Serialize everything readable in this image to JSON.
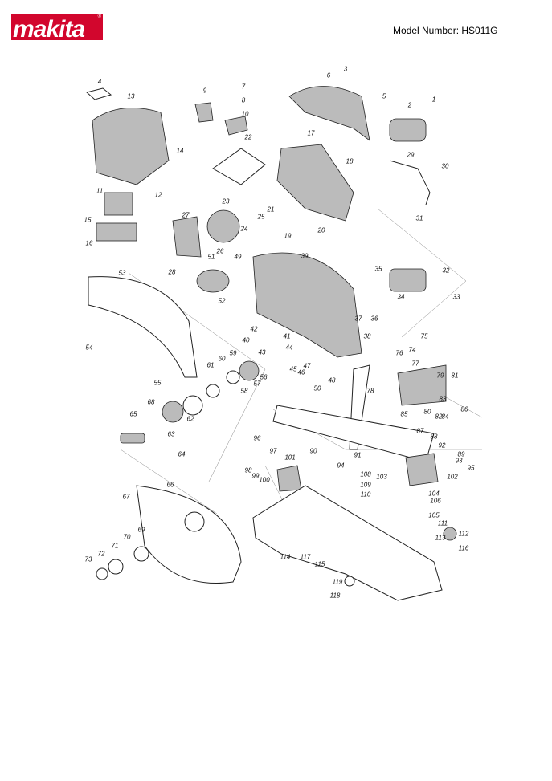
{
  "header": {
    "brand": "makita",
    "model_label": "Model Number: HS011G"
  },
  "diagram": {
    "part_numbers": [
      "4",
      "13",
      "9",
      "7",
      "8",
      "10",
      "3",
      "6",
      "5",
      "2",
      "1",
      "14",
      "22",
      "17",
      "18",
      "29",
      "30",
      "11",
      "12",
      "23",
      "21",
      "25",
      "27",
      "31",
      "15",
      "16",
      "24",
      "26",
      "19",
      "20",
      "28",
      "51",
      "49",
      "39",
      "35",
      "32",
      "53",
      "52",
      "34",
      "33",
      "37",
      "36",
      "42",
      "41",
      "40",
      "38",
      "75",
      "74",
      "76",
      "54",
      "43",
      "44",
      "61",
      "60",
      "59",
      "45",
      "46",
      "47",
      "56",
      "57",
      "58",
      "48",
      "77",
      "79",
      "81",
      "55",
      "50",
      "78",
      "68",
      "83",
      "85",
      "80",
      "84",
      "82",
      "86",
      "65",
      "62",
      "87",
      "63",
      "88",
      "96",
      "97",
      "101",
      "90",
      "91",
      "92",
      "89",
      "93",
      "95",
      "64",
      "98",
      "99",
      "100",
      "94",
      "103",
      "102",
      "108",
      "109",
      "110",
      "66",
      "67",
      "104",
      "106",
      "105",
      "111",
      "112",
      "113",
      "116",
      "69",
      "70",
      "71",
      "72",
      "73",
      "114",
      "117",
      "115",
      "119",
      "118"
    ]
  }
}
